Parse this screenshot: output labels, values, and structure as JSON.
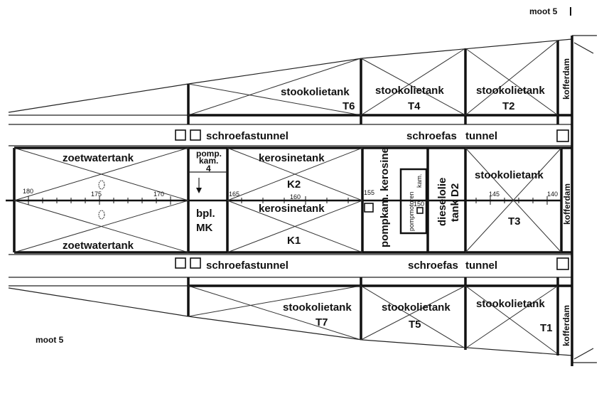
{
  "header": {
    "moot_top": "moot 5",
    "moot_bottom": "moot 5"
  },
  "tanks": {
    "t6_name": "stookolietank",
    "t6_id": "T6",
    "t4_name": "stookolietank",
    "t4_id": "T4",
    "t2_name": "stookolietank",
    "t2_id": "T2",
    "t7_name": "stookolietank",
    "t7_id": "T7",
    "t5_name": "stookolietank",
    "t5_id": "T5",
    "t1_name": "stookolietank",
    "t1_id": "T1",
    "t3_name": "stookolietank",
    "t3_id": "T3",
    "zoet_top": "zoetwatertank",
    "zoet_bottom": "zoetwatertank",
    "k2_name": "kerosinetank",
    "k2_id": "K2",
    "k1_name": "kerosinetank",
    "k1_id": "K1",
    "diesel_line1": "dieselolie",
    "diesel_line2": "tank D2"
  },
  "rooms": {
    "pomp_line1": "pomp.",
    "pomp_line2": "kam.",
    "pomp_line3": "4",
    "bpl_line1": "bpl.",
    "bpl_line2": "MK",
    "pompkam_kerosine": "pompkam. kerosine",
    "pompmotoren_line1": "pompmotoren",
    "pompmotoren_line2": "kam."
  },
  "tunnels": {
    "top_left": "schroefastunnel",
    "top_right_a": "schroefas",
    "top_right_b": "tunnel",
    "bottom_left": "schroefastunnel",
    "bottom_right_a": "schroefas",
    "bottom_right_b": "tunnel"
  },
  "kofferdam": {
    "top": "kofferdam",
    "mid": "kofferdam",
    "bottom": "kofferdam"
  },
  "frames": {
    "f180": "180",
    "f175": "175",
    "f170": "170",
    "f165": "165",
    "f160": "160",
    "f155": "155",
    "f150": "150",
    "f145": "145",
    "f140": "140"
  }
}
